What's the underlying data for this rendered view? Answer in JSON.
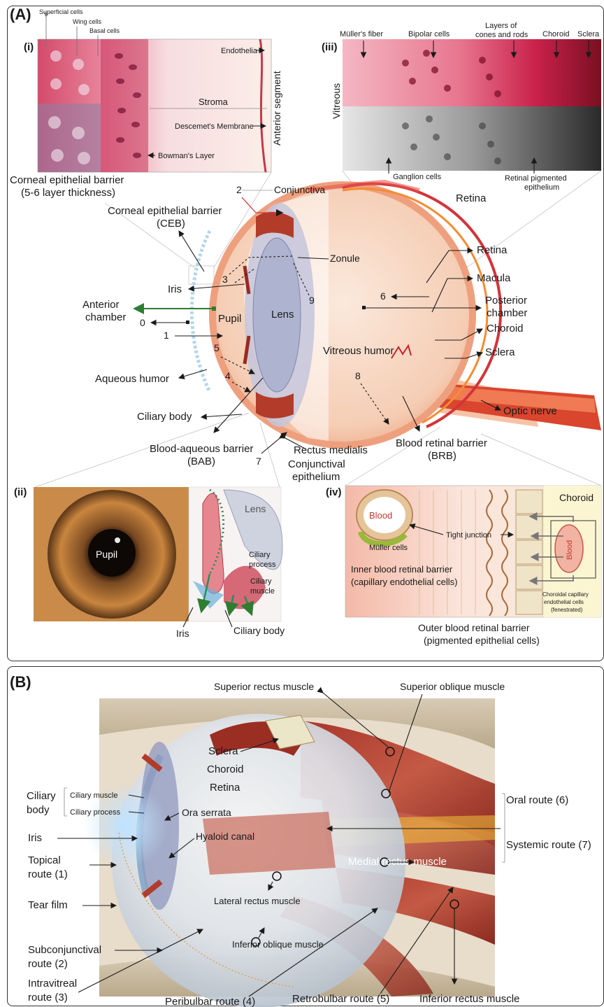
{
  "panel_a": {
    "tag": "(A)",
    "inset_i": {
      "tag": "(i)",
      "labels": [
        "Superficial cells",
        "Wing cells",
        "Basal cells",
        "Endothelia",
        "Stroma",
        "Descemet's Membrane",
        "Bowman's Layer",
        "Anterior segment"
      ],
      "caption_line1": "Corneal epithelial barrier",
      "caption_line2": "(5-6 layer thickness)"
    },
    "inset_iii": {
      "tag": "(iii)",
      "labels": [
        "Müller's fiber",
        "Bipolar cells",
        "Choroid",
        "Sclera",
        "Vitreous",
        "Ganglion cells"
      ],
      "layers_line1": "Layers of",
      "layers_line2": "cones and rods",
      "rpe_line1": "Retinal pigmented",
      "rpe_line2": "epithelium",
      "caption": "Retina"
    },
    "eye_labels": {
      "conjunctiva": "Conjunctiva",
      "ceb_line1": "Corneal epithelial barrier",
      "ceb_line2": "(CEB)",
      "zonule": "Zonule",
      "iris": "Iris",
      "anterior_line1": "Anterior",
      "anterior_line2": "chamber",
      "pupil": "Pupil",
      "lens": "Lens",
      "retina": "Retina",
      "macula": "Macula",
      "posterior_line1": "Posterior",
      "posterior_line2": "chamber",
      "choroid": "Choroid",
      "sclera": "Sclera",
      "vitreous": "Vitreous humor",
      "aqueous": "Aqueous humor",
      "ciliary_body": "Ciliary body",
      "optic_nerve": "Optic nerve",
      "bab_line1": "Blood-aqueous barrier",
      "bab_line2": "(BAB)",
      "rectus_medialis": "Rectus medialis",
      "brb_line1": "Blood retinal barrier",
      "brb_line2": "(BRB)",
      "conj_epi_line1": "Conjunctival",
      "conj_epi_line2": "epithelium"
    },
    "route_numbers": [
      "0",
      "1",
      "2",
      "3",
      "4",
      "5",
      "6",
      "7",
      "8",
      "9"
    ],
    "inset_ii": {
      "tag": "(ii)",
      "pupil": "Pupil",
      "lens": "Lens",
      "ciliary_process_line1": "Ciliary",
      "ciliary_process_line2": "process",
      "ciliary_muscle_line1": "Ciliary",
      "ciliary_muscle_line2": "muscle",
      "iris": "Iris",
      "ciliary_body": "Ciliary body"
    },
    "inset_iv": {
      "tag": "(iv)",
      "blood": "Blood",
      "choroid": "Choroid",
      "muller": "Müller cells",
      "tight_junction": "Tight junction",
      "inner_line1": "Inner blood retinal barrier",
      "inner_line2": "(capillary endothelial cells)",
      "chor_cap_line1": "Choroidal capillary",
      "chor_cap_line2": "endothelial cells",
      "chor_cap_line3": "(fenestrated)",
      "outer_line1": "Outer blood retinal barrier",
      "outer_line2": "(pigmented epithelial cells)"
    }
  },
  "panel_b": {
    "tag": "(B)",
    "superior_rectus": "Superior rectus muscle",
    "superior_oblique": "Superior oblique muscle",
    "sclera": "Sclera",
    "choroid": "Choroid",
    "retina": "Retina",
    "ciliary_line1": "Ciliary",
    "ciliary_line2": "body",
    "ciliary_muscle": "Ciliary muscle",
    "ciliary_process": "Ciliary process",
    "ora_serrata": "Ora serrata",
    "iris": "Iris",
    "hyaloid": "Hyaloid canal",
    "topical_line1": "Topical",
    "topical_line2": "route (1)",
    "tear_film": "Tear film",
    "medial_rectus": "Medial rectus muscle",
    "lateral_rectus": "Lateral rectus muscle",
    "inferior_oblique": "Inferior oblique muscle",
    "oral_route": "Oral route (6)",
    "systemic_route": "Systemic route (7)",
    "subconj_line1": "Subconjunctival",
    "subconj_line2": "route (2)",
    "intravit_line1": "Intravitreal",
    "intravit_line2": "route (3)",
    "peribulbar": "Peribulbar route (4)",
    "retrobulbar": "Retrobulbar route (5)",
    "inferior_rectus": "Inferior rectus muscle"
  }
}
